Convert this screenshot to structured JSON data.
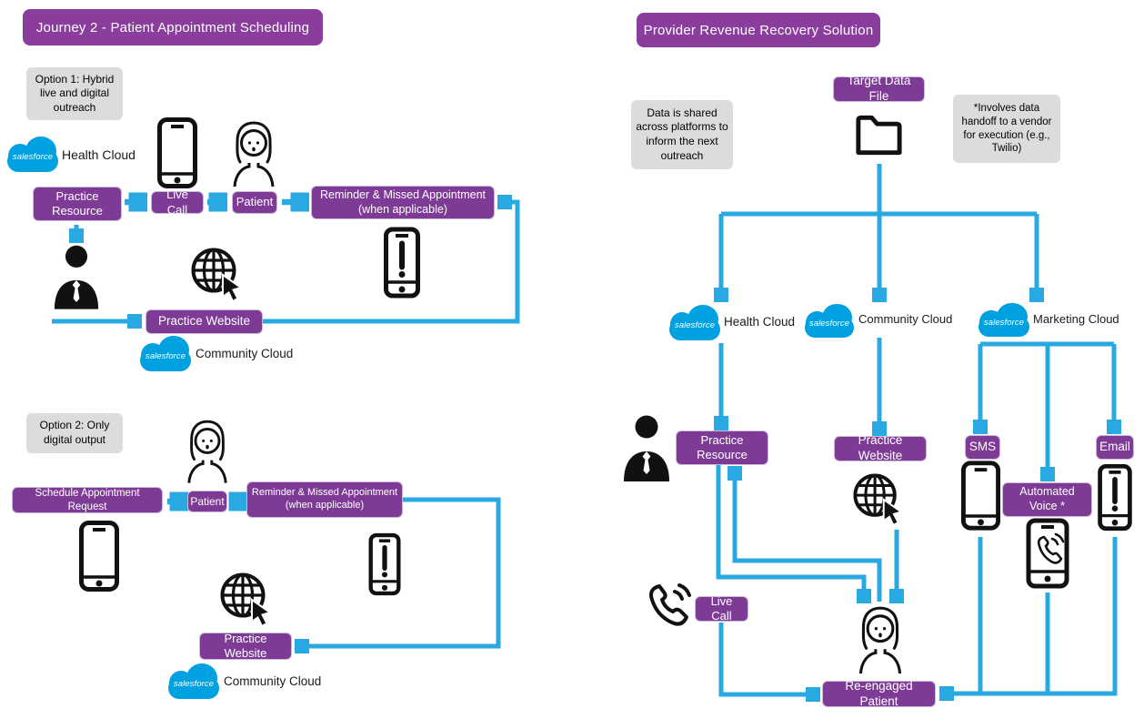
{
  "colors": {
    "purple": "#8a3d9c",
    "purple2": "#7e3b96",
    "arrow": "#29a9e1",
    "sf_blue": "#00a1e0",
    "note_bg": "#dcdcdc",
    "ink": "#111111",
    "box_border": "#cdb9dd"
  },
  "logos": {
    "salesforce": "salesforce"
  },
  "left": {
    "title": "Journey 2 - Patient Appointment Scheduling",
    "option1": {
      "note": "Option 1: Hybrid live and digital outreach",
      "health_cloud_label": "Health Cloud",
      "practice_resource": "Practice Resource",
      "live_call": "Live Call",
      "patient": "Patient",
      "reminder": "Reminder & Missed Appointment (when applicable)",
      "practice_website": "Practice Website",
      "community_cloud_label": "Community Cloud"
    },
    "option2": {
      "note": "Option 2: Only digital output",
      "schedule_request": "Schedule Appointment Request",
      "patient": "Patient",
      "reminder": "Reminder & Missed Appointment (when applicable)",
      "practice_website": "Practice Website",
      "community_cloud_label": "Community Cloud"
    }
  },
  "right": {
    "title": "Provider Revenue Recovery Solution",
    "target_data_file": "Target Data File",
    "note_left": "Data is shared across platforms to inform the next outreach",
    "note_right": "*Involves data handoff to a vendor for execution (e.g., Twilio)",
    "health_cloud_label": "Health Cloud",
    "community_cloud_label": "Community Cloud",
    "marketing_cloud_label": "Marketing Cloud",
    "practice_resource": "Practice Resource",
    "practice_website": "Practice Website",
    "sms": "SMS",
    "email": "Email",
    "automated_voice": "Automated Voice *",
    "live_call": "Live Call",
    "re_engaged_patient": "Re-engaged Patient"
  }
}
